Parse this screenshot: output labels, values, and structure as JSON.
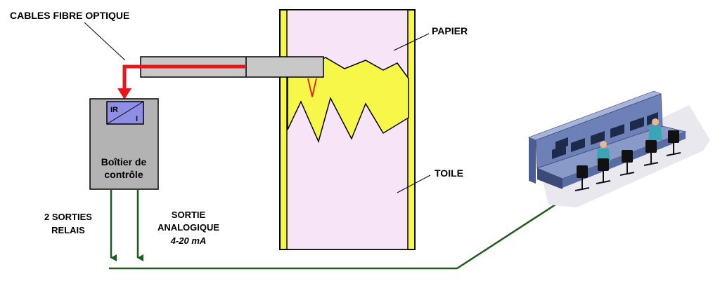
{
  "labels": {
    "cables": "CABLES FIBRE OPTIQUE",
    "papier": "PAPIER",
    "toile": "TOILE",
    "box_line1": "Boîtier de",
    "box_line2": "contrôle",
    "sensor_ir": "IR",
    "sensor_i": "I",
    "relais_line1": "2 SORTIES",
    "relais_line2": "RELAIS",
    "analog_line1": "SORTIE",
    "analog_line2": "ANALOGIQUE",
    "analog_line3": "4-20 mA"
  },
  "colors": {
    "fibre": "#e8151b",
    "cable_gray": "#c8c8c8",
    "box_gray": "#b3b3b3",
    "sensor_blue": "#8e8ee6",
    "paper_pink": "#f7e4f7",
    "web_yellow": "#f7f74a",
    "signal_green": "#1f5a1f",
    "console_blue": "#6e80b8"
  },
  "icons": {
    "control_room": "control-room-illustration"
  }
}
